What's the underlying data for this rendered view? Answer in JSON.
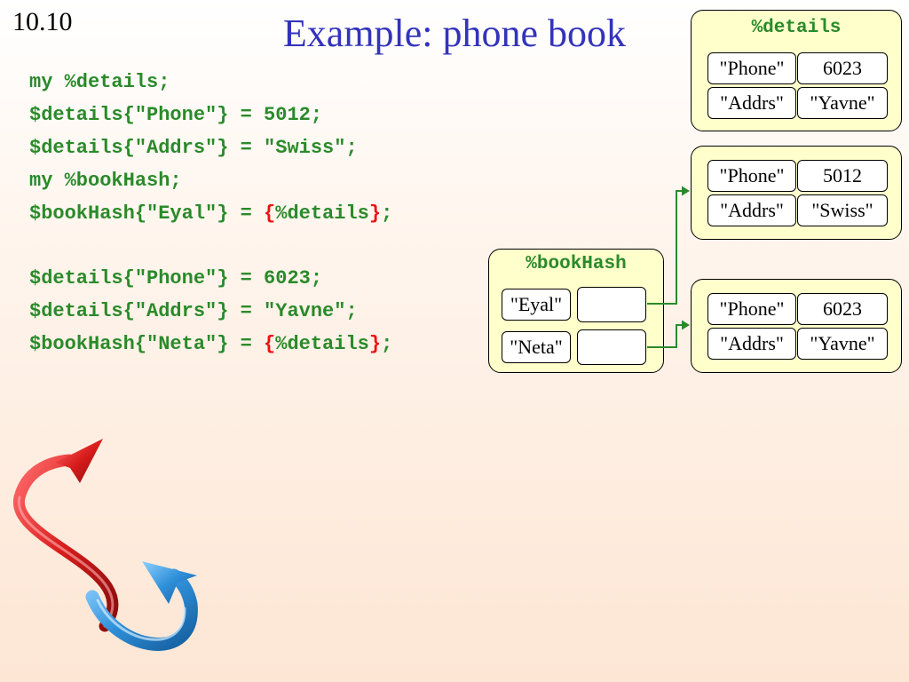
{
  "slide_number": "10.10",
  "title": "Example: phone book",
  "code": {
    "line1": "my %details;",
    "line2": "$details{\"Phone\"} = 5012;",
    "line3": "$details{\"Addrs\"} = \"Swiss\";",
    "line4": "my %bookHash;",
    "line5_prefix": "$bookHash{\"Eyal\"} = ",
    "line5_red_open": "{",
    "line5_mid": "%details",
    "line5_red_close": "}",
    "line5_end": ";",
    "line6": "$details{\"Phone\"} = 6023;",
    "line7": "$details{\"Addrs\"} = \"Yavne\";",
    "line8_prefix": "$bookHash{\"Neta\"} = ",
    "line8_red_open": "{",
    "line8_mid": "%details",
    "line8_red_close": "}",
    "line8_end": ";"
  },
  "details_hash": {
    "title": "%details",
    "rows": [
      {
        "key": "\"Phone\"",
        "value": "6023"
      },
      {
        "key": "\"Addrs\"",
        "value": "\"Yavne\""
      }
    ]
  },
  "anon_hash_1": {
    "rows": [
      {
        "key": "\"Phone\"",
        "value": "5012"
      },
      {
        "key": "\"Addrs\"",
        "value": "\"Swiss\""
      }
    ]
  },
  "anon_hash_2": {
    "rows": [
      {
        "key": "\"Phone\"",
        "value": "6023"
      },
      {
        "key": "\"Addrs\"",
        "value": "\"Yavne\""
      }
    ]
  },
  "book_hash": {
    "title": "%bookHash",
    "rows": [
      {
        "key": "\"Eyal\"",
        "value": ""
      },
      {
        "key": "\"Neta\"",
        "value": ""
      }
    ]
  },
  "colors": {
    "title": "#3333bb",
    "code": "#2a8a2a",
    "brace": "#ee1111",
    "box_fill": "#ffffcc",
    "arrow_red": "#dd2222",
    "arrow_blue": "#3399dd"
  }
}
